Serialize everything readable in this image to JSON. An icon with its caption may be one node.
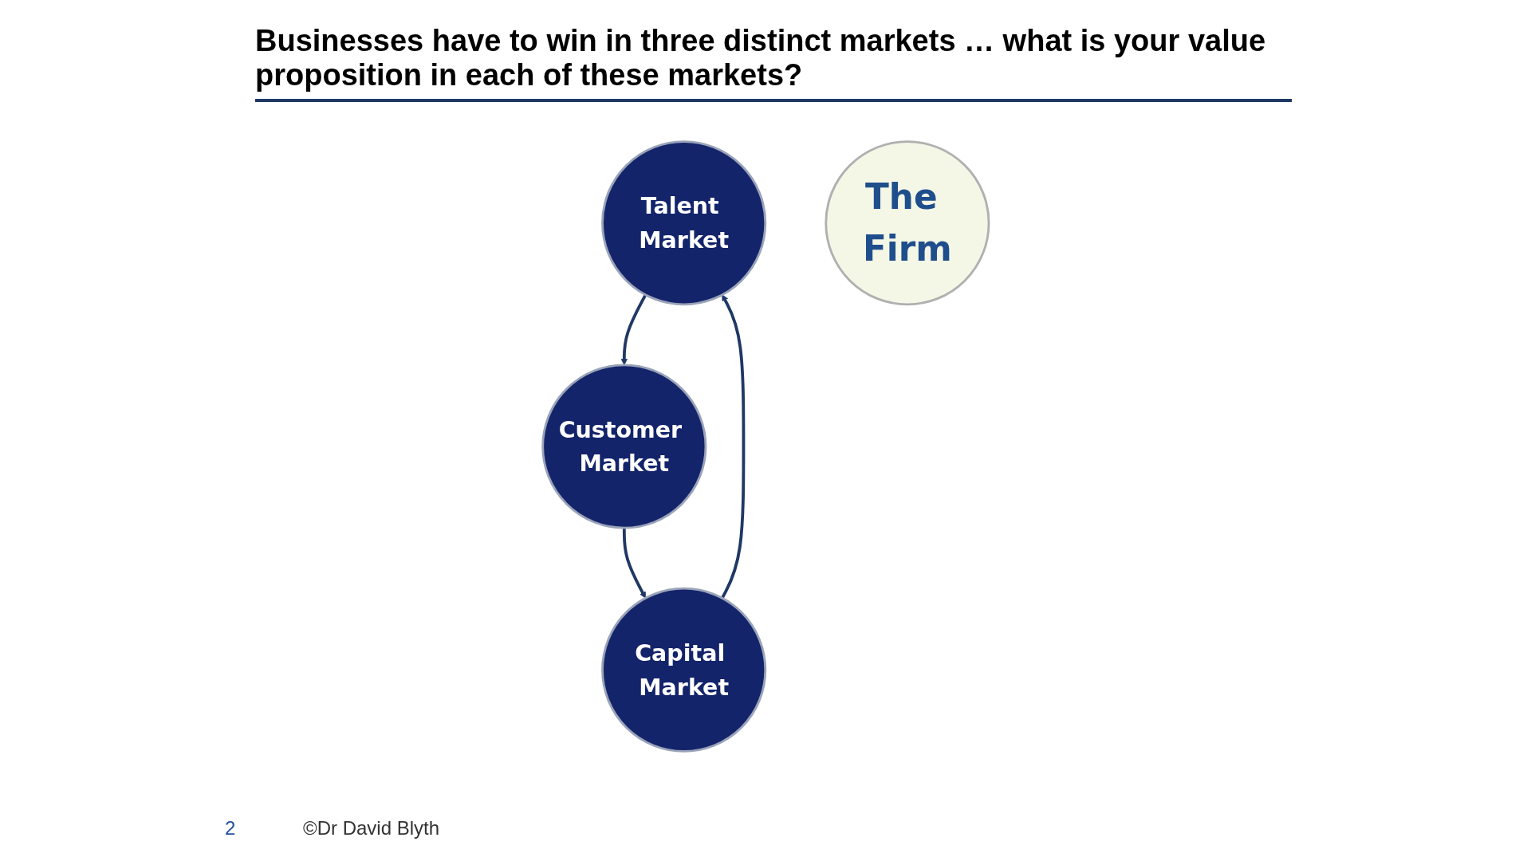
{
  "diagram": {
    "title": "Businesses have to win in three distinct markets … what is your value proposition in each of these markets?",
    "nodes": [
      {
        "text": [
          "Talent Market"
        ]
      },
      {
        "text": [
          "The Firm"
        ]
      },
      {
        "text": [
          "Capital Market"
        ]
      },
      {
        "text": [
          "Customer Market"
        ]
      }
    ],
    "edges": [
      {
        "from": 2,
        "to": 0,
        "arrow": "to"
      },
      {
        "from": 0,
        "to": 3,
        "arrow": "to"
      },
      {
        "from": 3,
        "to": 2,
        "arrow": "to"
      }
    ],
    "labels": [
      "2",
      "©Dr David Blyth"
    ]
  }
}
